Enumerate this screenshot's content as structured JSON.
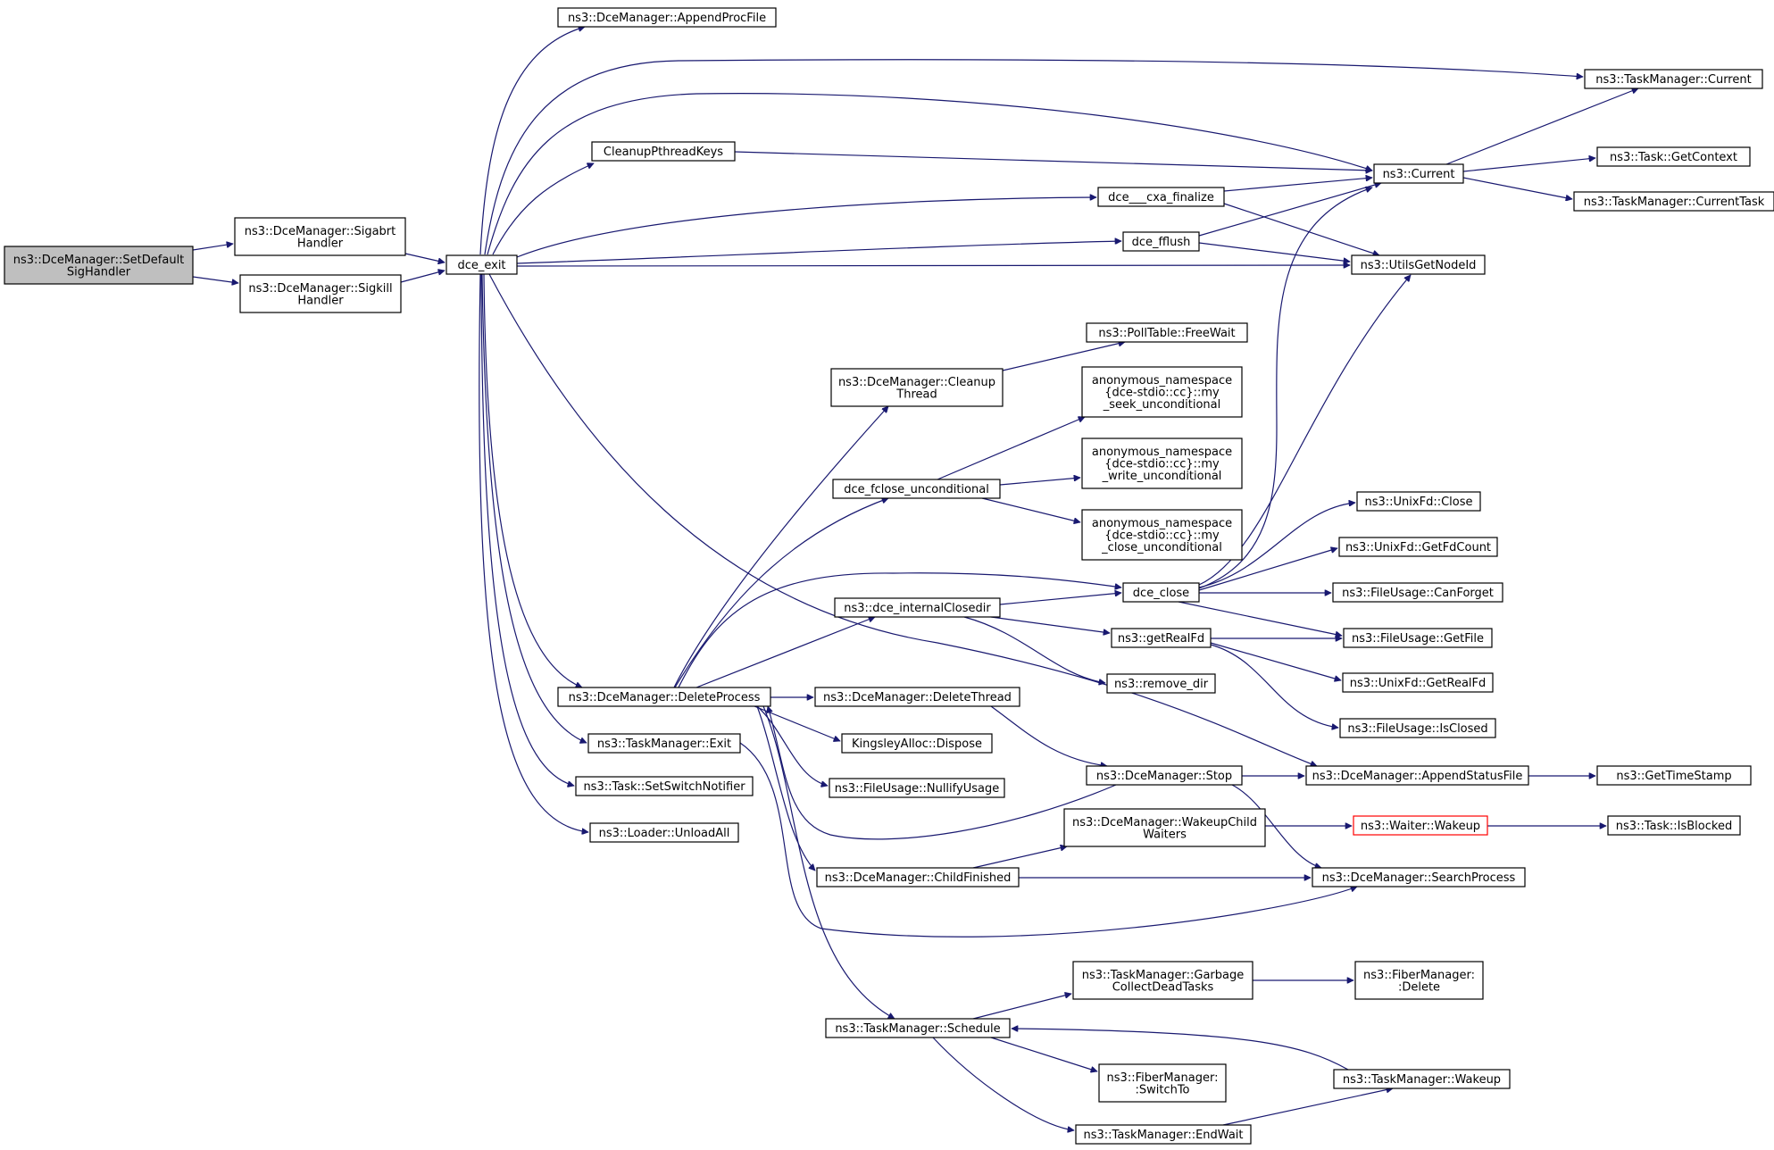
{
  "colors": {
    "edge": "#191970",
    "node_border": "#000000",
    "root_fill": "#bfbfbf",
    "highlight": "#ff0000"
  },
  "nodes": {
    "root": [
      "ns3::DceManager::SetDefault",
      "SigHandler"
    ],
    "sigabrt": [
      "ns3::DceManager::Sigabrt",
      "Handler"
    ],
    "sigkill": [
      "ns3::DceManager::Sigkill",
      "Handler"
    ],
    "dce_exit": [
      "dce_exit"
    ],
    "append_proc_file": [
      "ns3::DceManager::AppendProcFile"
    ],
    "tm_current": [
      "ns3::TaskManager::Current"
    ],
    "cleanup_pthread_keys": [
      "CleanupPthreadKeys"
    ],
    "ns3_current": [
      "ns3::Current"
    ],
    "task_get_context": [
      "ns3::Task::GetContext"
    ],
    "tm_current_task": [
      "ns3::TaskManager::CurrentTask"
    ],
    "cxa_finalize": [
      "dce___cxa_finalize"
    ],
    "dce_fflush": [
      "dce_fflush"
    ],
    "utils_get_node_id": [
      "ns3::UtilsGetNodeId"
    ],
    "poll_free_wait": [
      "ns3::PollTable::FreeWait"
    ],
    "cleanup_thread": [
      "ns3::DceManager::Cleanup",
      "Thread"
    ],
    "my_seek": [
      "anonymous_namespace",
      "{dce-stdio::cc}::my",
      "_seek_unconditional"
    ],
    "dce_fclose": [
      "dce_fclose_unconditional"
    ],
    "my_write": [
      "anonymous_namespace",
      "{dce-stdio::cc}::my",
      "_write_unconditional"
    ],
    "my_close": [
      "anonymous_namespace",
      "{dce-stdio::cc}::my",
      "_close_unconditional"
    ],
    "unixfd_close": [
      "ns3::UnixFd::Close"
    ],
    "unixfd_getfdcount": [
      "ns3::UnixFd::GetFdCount"
    ],
    "dce_close": [
      "dce_close"
    ],
    "fu_can_forget": [
      "ns3::FileUsage::CanForget"
    ],
    "internal_closedir": [
      "ns3::dce_internalClosedir"
    ],
    "get_real_fd": [
      "ns3::getRealFd"
    ],
    "fu_get_file": [
      "ns3::FileUsage::GetFile"
    ],
    "unixfd_get_real_fd": [
      "ns3::UnixFd::GetRealFd"
    ],
    "remove_dir": [
      "ns3::remove_dir"
    ],
    "fu_is_closed": [
      "ns3::FileUsage::IsClosed"
    ],
    "delete_process": [
      "ns3::DceManager::DeleteProcess"
    ],
    "delete_thread": [
      "ns3::DceManager::DeleteThread"
    ],
    "tm_exit": [
      "ns3::TaskManager::Exit"
    ],
    "kingsley_dispose": [
      "KingsleyAlloc::Dispose"
    ],
    "set_switch_notifier": [
      "ns3::Task::SetSwitchNotifier"
    ],
    "fu_nullify": [
      "ns3::FileUsage::NullifyUsage"
    ],
    "dm_stop": [
      "ns3::DceManager::Stop"
    ],
    "append_status_file": [
      "ns3::DceManager::AppendStatusFile"
    ],
    "get_time_stamp": [
      "ns3::GetTimeStamp"
    ],
    "unload_all": [
      "ns3::Loader::UnloadAll"
    ],
    "wakeup_child": [
      "ns3::DceManager::WakeupChild",
      "Waiters"
    ],
    "waiter_wakeup": [
      "ns3::Waiter::Wakeup"
    ],
    "task_is_blocked": [
      "ns3::Task::IsBlocked"
    ],
    "child_finished": [
      "ns3::DceManager::ChildFinished"
    ],
    "search_process": [
      "ns3::DceManager::SearchProcess"
    ],
    "gc_dead_tasks": [
      "ns3::TaskManager::Garbage",
      "CollectDeadTasks"
    ],
    "fm_delete": [
      "ns3::FiberManager:",
      ":Delete"
    ],
    "tm_schedule": [
      "ns3::TaskManager::Schedule"
    ],
    "fm_switch_to": [
      "ns3::FiberManager:",
      ":SwitchTo"
    ],
    "tm_wakeup": [
      "ns3::TaskManager::Wakeup"
    ],
    "tm_end_wait": [
      "ns3::TaskManager::EndWait"
    ]
  }
}
